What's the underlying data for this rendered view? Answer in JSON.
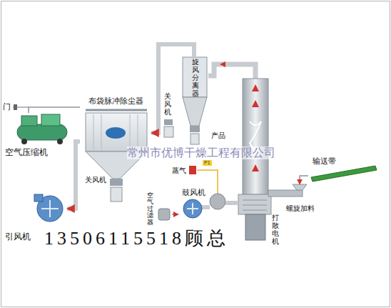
{
  "diagram": {
    "nodes": [
      {
        "text": [
          "布袋脉冲除尘器"
        ]
      },
      {
        "text": [
          "旋风分离器"
        ]
      },
      {
        "text": [
          "关风机"
        ]
      },
      {
        "text": [
          "产品"
        ]
      },
      {
        "text": [
          "空气压缩机"
        ]
      },
      {
        "text": [
          "蒸气"
        ]
      },
      {
        "text": [
          "输送带"
        ]
      },
      {
        "text": [
          "关风机"
        ]
      },
      {
        "text": [
          "鼓风机"
        ]
      },
      {
        "text": [
          "螺旋加料"
        ]
      },
      {
        "text": [
          "空气过滤器"
        ]
      },
      {
        "text": [
          "引风机"
        ]
      },
      {
        "text": [
          "打散电机"
        ]
      }
    ],
    "edges": [
      {
        "from": 4,
        "to": 0,
        "arrow": "none"
      },
      {
        "from": 1,
        "to": 0,
        "arrow": "to"
      },
      {
        "from": 0,
        "to": 11,
        "arrow": "to"
      },
      {
        "from": 10,
        "to": 8,
        "arrow": "to"
      },
      {
        "from": 6,
        "to": 9,
        "arrow": "to"
      }
    ],
    "labels": [
      "门",
      "P1",
      "常州市优博干燥工程有限公司",
      "13506115518顾总"
    ]
  }
}
